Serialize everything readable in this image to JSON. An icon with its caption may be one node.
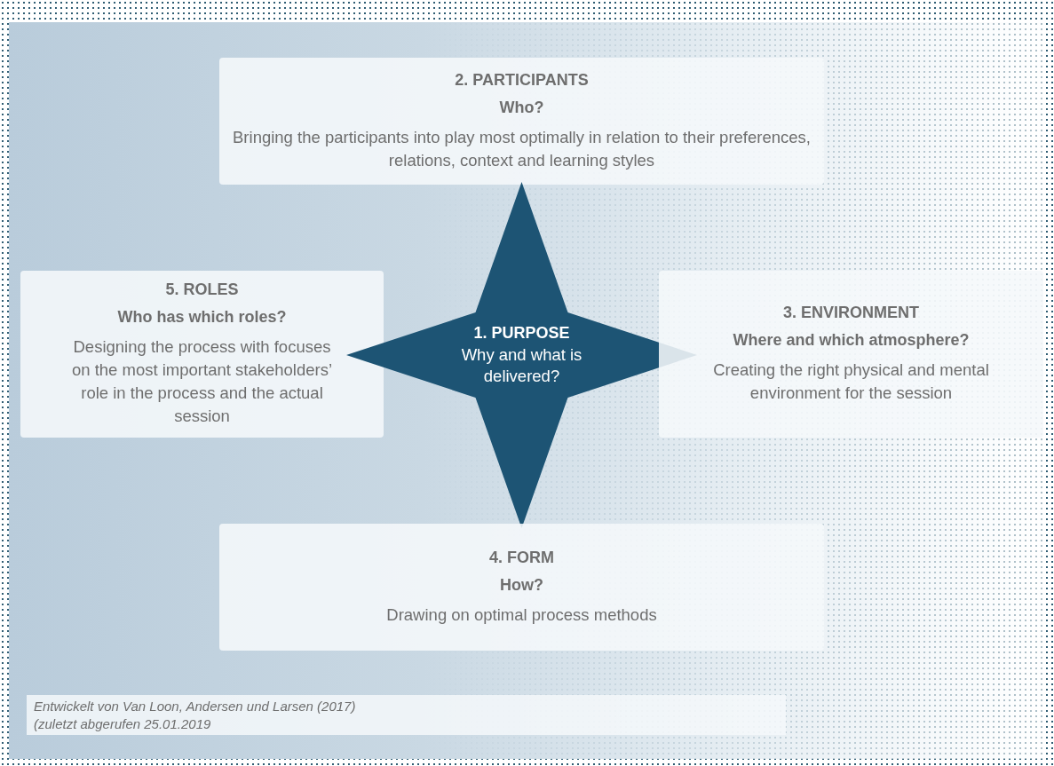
{
  "diagram": {
    "nodes": [
      {
        "text": [
          "2. PARTICIPANTS",
          "Who?",
          "Bringing the participants into play most optimally in relation to their preferences, relations, context and learning styles"
        ]
      },
      {
        "text": [
          "5. ROLES",
          "Who has which roles?",
          "Designing the process with focuses on the most important stakeholders’ role in the process and the actual session"
        ]
      },
      {
        "text": [
          "1. PURPOSE",
          "Why and what is delivered?"
        ]
      },
      {
        "text": [
          "3. ENVIRONMENT",
          "Where and which atmosphere?",
          "Creating the right physical and mental environment for the session"
        ]
      },
      {
        "text": [
          "4. FORM",
          "How?",
          "Drawing on optimal process methods"
        ]
      }
    ],
    "edges": [],
    "labels": [
      "Entwickelt von Van Loon, Andersen und Larsen (2017)",
      "(zuletzt abgerufen 25.01.2019"
    ]
  }
}
